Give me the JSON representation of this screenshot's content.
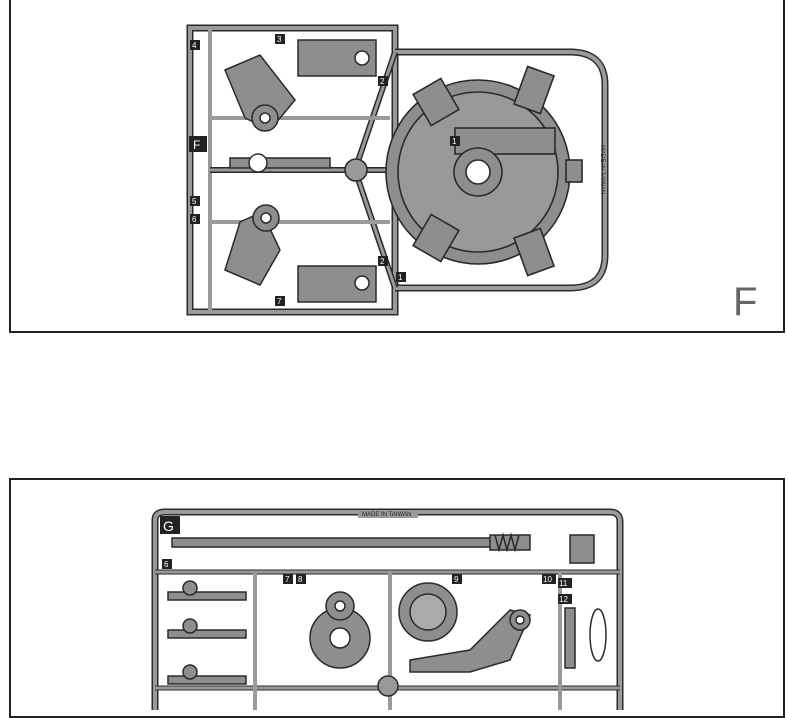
{
  "sheet_f": {
    "panel_label": "F",
    "sprue_letter": "F",
    "stamp": "MADE IN TAIWAN",
    "part_numbers": [
      "1",
      "2",
      "2",
      "3",
      "4",
      "5",
      "6",
      "7",
      "1"
    ]
  },
  "sheet_g": {
    "sprue_letter": "G",
    "stamp": "MADE IN TAIWAN",
    "part_numbers": [
      "6",
      "7",
      "8",
      "9",
      "10",
      "11",
      "12"
    ]
  },
  "colors": {
    "frame": "#9a9a9a",
    "part": "#8e8e8e",
    "outline": "#2a2a2a",
    "border": "#222222",
    "label": "#666666"
  }
}
